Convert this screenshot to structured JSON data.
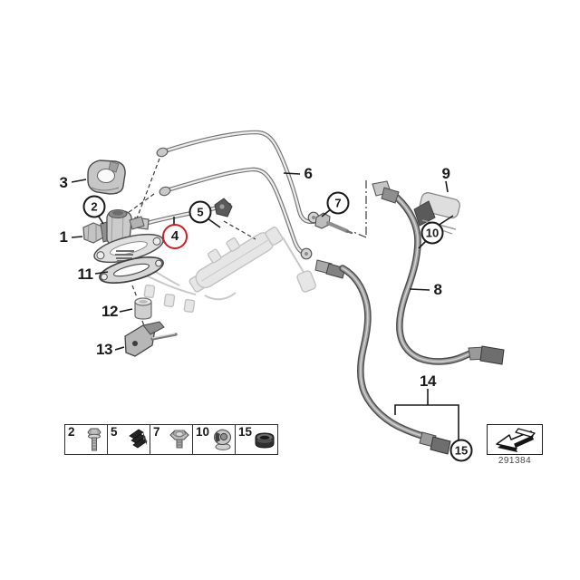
{
  "colors": {
    "highlight": "#cc2027",
    "ink": "#1a1a1a"
  },
  "callouts": {
    "n1": "1",
    "n2": "2",
    "n3": "3",
    "n4": "4",
    "n5": "5",
    "n6": "6",
    "n7": "7",
    "n8": "8",
    "n9": "9",
    "n10": "10",
    "n11": "11",
    "n12": "12",
    "n13": "13",
    "n14": "14",
    "n15": "15"
  },
  "highlighted_callout": "4",
  "legend": {
    "items": [
      {
        "number": "2",
        "icon": "hex-bolt-icon"
      },
      {
        "number": "5",
        "icon": "rubber-mount-icon"
      },
      {
        "number": "7",
        "icon": "flange-screw-icon"
      },
      {
        "number": "10",
        "icon": "clamp-nut-icon"
      },
      {
        "number": "15",
        "icon": "seal-ring-icon"
      }
    ]
  },
  "stamp": {
    "icon": "direction-arrow-icon",
    "number": "291384"
  }
}
